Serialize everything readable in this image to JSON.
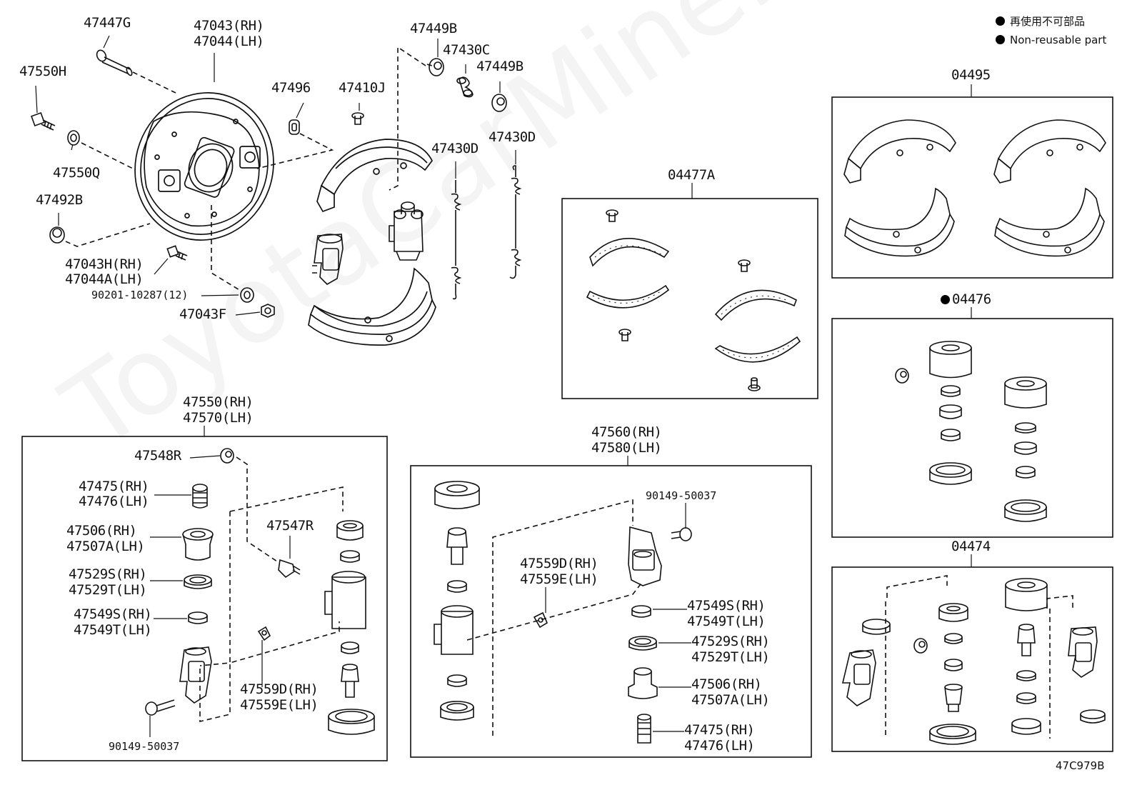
{
  "legend": {
    "jp": "再使用不可部品",
    "en": "Non-reusable part"
  },
  "watermark": "ToyotaCarMiner.ru",
  "diagram_code": "47C979B",
  "labels": {
    "p47447G": "47447G",
    "p47043RH": "47043(RH)",
    "p47044LH": "47044(LH)",
    "p47550H": "47550H",
    "p47550Q": "47550Q",
    "p47492B": "47492B",
    "p47043HRH": "47043H(RH)",
    "p47044ALH": "47044A(LH)",
    "p90201": "90201-10287(12)",
    "p47043F": "47043F",
    "p47496": "47496",
    "p47410J": "47410J",
    "p47449B_a": "47449B",
    "p47430C": "47430C",
    "p47449B_b": "47449B",
    "p47430D_a": "47430D",
    "p47430D_b": "47430D",
    "k04477A": "04477A",
    "k04495": "04495",
    "k04476": "04476",
    "k04474": "04474",
    "a47550RH": "47550(RH)",
    "a47570LH": "47570(LH)",
    "a47548R": "47548R",
    "a47475RH": "47475(RH)",
    "a47476LH": "47476(LH)",
    "a47506RH": "47506(RH)",
    "a47507ALH": "47507A(LH)",
    "a47529SRH": "47529S(RH)",
    "a47529TLH": "47529T(LH)",
    "a47549SRH": "47549S(RH)",
    "a47549TLH": "47549T(LH)",
    "a47547R": "47547R",
    "a47559DRH": "47559D(RH)",
    "a47559ELH": "47559E(LH)",
    "a90149": "90149-50037",
    "b47560RH": "47560(RH)",
    "b47580LH": "47580(LH)",
    "b90149": "90149-50037",
    "b47559DRH": "47559D(RH)",
    "b47559ELH": "47559E(LH)",
    "b47549SRH": "47549S(RH)",
    "b47549TLH": "47549T(LH)",
    "b47529SRH": "47529S(RH)",
    "b47529TLH": "47529T(LH)",
    "b47506RH": "47506(RH)",
    "b47507ALH": "47507A(LH)",
    "b47475RH": "47475(RH)",
    "b47476LH": "47476(LH)"
  }
}
